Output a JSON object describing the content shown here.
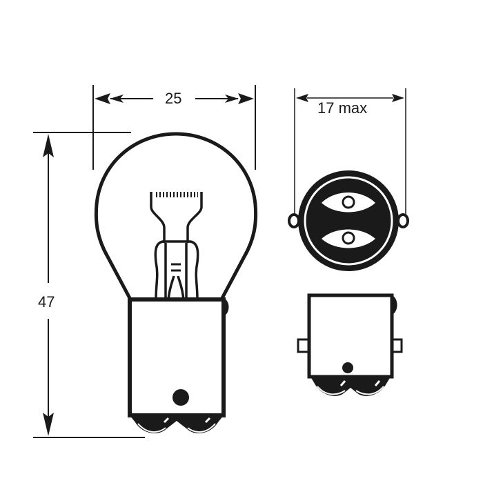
{
  "diagram": {
    "subject": "Automotive bulb BAY15d (P21/5W) dimensional drawing",
    "colors": {
      "stroke": "#1a1a1a",
      "fill": "#1a1a1a",
      "background": "#ffffff"
    },
    "dimensions": {
      "width_label": "25",
      "height_label": "47",
      "base_diameter_label": "17 max"
    },
    "views": [
      {
        "name": "side-view",
        "parts": [
          "glass-bulb",
          "filament-assembly",
          "metal-base",
          "contacts"
        ]
      },
      {
        "name": "bottom-view",
        "parts": [
          "base-rim",
          "two-contacts",
          "locating-pins"
        ]
      },
      {
        "name": "base-side-view",
        "parts": [
          "base-cylinder",
          "locating-pins",
          "contacts"
        ]
      }
    ]
  }
}
